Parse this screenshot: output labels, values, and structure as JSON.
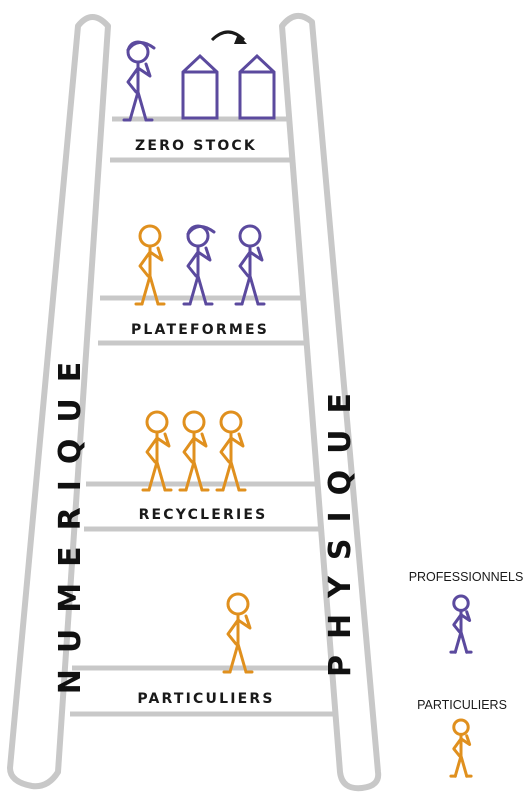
{
  "colors": {
    "rail": "#c8c8c8",
    "professionnels": "#5b4a9e",
    "particuliers": "#e0901e"
  },
  "side_labels": {
    "left": "NUMERIQUE",
    "right": "PHYSIQUE"
  },
  "rungs": [
    {
      "label": "ZERO STOCK",
      "figures": [
        "professionnels"
      ]
    },
    {
      "label": "PLATEFORMES",
      "figures": [
        "particuliers",
        "professionnels",
        "professionnels"
      ]
    },
    {
      "label": "RECYCLERIES",
      "figures": [
        "particuliers",
        "particuliers",
        "particuliers"
      ]
    },
    {
      "label": "PARTICULIERS",
      "figures": [
        "particuliers"
      ]
    }
  ],
  "legend": [
    {
      "label": "PROFESSIONNELS",
      "color_key": "professionnels"
    },
    {
      "label": "PARTICULIERS",
      "color_key": "particuliers"
    }
  ]
}
